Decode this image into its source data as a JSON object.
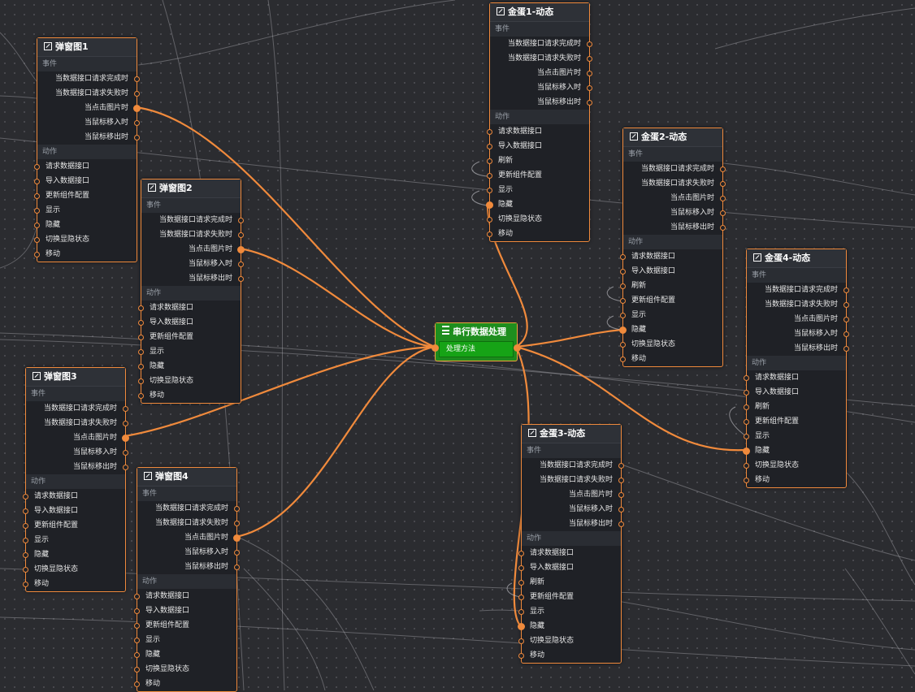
{
  "theme": {
    "wire_color": "#f08a3c",
    "node_border": "#f08a3c",
    "proc_color": "#1e8e1e",
    "bg": "#2b2c30"
  },
  "icons": {
    "node": "image-icon",
    "proc": "list-icon"
  },
  "nodes": [
    {
      "id": "popup1",
      "title": "弹窗图1",
      "section_event": "事件",
      "section_action": "动作",
      "events": [
        "当数据接口请求完成时",
        "当数据接口请求失败时",
        "当点击图片时",
        "当鼠标移入时",
        "当鼠标移出时"
      ],
      "actions": [
        "请求数据接口",
        "导入数据接口",
        "更新组件配置",
        "显示",
        "隐藏",
        "切换显隐状态",
        "移动"
      ]
    },
    {
      "id": "popup2",
      "title": "弹窗图2",
      "section_event": "事件",
      "section_action": "动作",
      "events": [
        "当数据接口请求完成时",
        "当数据接口请求失败时",
        "当点击图片时",
        "当鼠标移入时",
        "当鼠标移出时"
      ],
      "actions": [
        "请求数据接口",
        "导入数据接口",
        "更新组件配置",
        "显示",
        "隐藏",
        "切换显隐状态",
        "移动"
      ]
    },
    {
      "id": "popup3",
      "title": "弹窗图3",
      "section_event": "事件",
      "section_action": "动作",
      "events": [
        "当数据接口请求完成时",
        "当数据接口请求失败时",
        "当点击图片时",
        "当鼠标移入时",
        "当鼠标移出时"
      ],
      "actions": [
        "请求数据接口",
        "导入数据接口",
        "更新组件配置",
        "显示",
        "隐藏",
        "切换显隐状态",
        "移动"
      ]
    },
    {
      "id": "popup4",
      "title": "弹窗图4",
      "section_event": "事件",
      "section_action": "动作",
      "events": [
        "当数据接口请求完成时",
        "当数据接口请求失败时",
        "当点击图片时",
        "当鼠标移入时",
        "当鼠标移出时"
      ],
      "actions": [
        "请求数据接口",
        "导入数据接口",
        "更新组件配置",
        "显示",
        "隐藏",
        "切换显隐状态",
        "移动"
      ]
    },
    {
      "id": "egg1",
      "title": "金蛋1-动态",
      "section_event": "事件",
      "section_action": "动作",
      "events": [
        "当数据接口请求完成时",
        "当数据接口请求失败时",
        "当点击图片时",
        "当鼠标移入时",
        "当鼠标移出时"
      ],
      "actions": [
        "请求数据接口",
        "导入数据接口",
        "刷新",
        "更新组件配置",
        "显示",
        "隐藏",
        "切换显隐状态",
        "移动"
      ]
    },
    {
      "id": "egg2",
      "title": "金蛋2-动态",
      "section_event": "事件",
      "section_action": "动作",
      "events": [
        "当数据接口请求完成时",
        "当数据接口请求失败时",
        "当点击图片时",
        "当鼠标移入时",
        "当鼠标移出时"
      ],
      "actions": [
        "请求数据接口",
        "导入数据接口",
        "刷新",
        "更新组件配置",
        "显示",
        "隐藏",
        "切换显隐状态",
        "移动"
      ]
    },
    {
      "id": "egg3",
      "title": "金蛋3-动态",
      "section_event": "事件",
      "section_action": "动作",
      "events": [
        "当数据接口请求完成时",
        "当数据接口请求失败时",
        "当点击图片时",
        "当鼠标移入时",
        "当鼠标移出时"
      ],
      "actions": [
        "请求数据接口",
        "导入数据接口",
        "刷新",
        "更新组件配置",
        "显示",
        "隐藏",
        "切换显隐状态",
        "移动"
      ]
    },
    {
      "id": "egg4",
      "title": "金蛋4-动态",
      "section_event": "事件",
      "section_action": "动作",
      "events": [
        "当数据接口请求完成时",
        "当数据接口请求失败时",
        "当点击图片时",
        "当鼠标移入时",
        "当鼠标移出时"
      ],
      "actions": [
        "请求数据接口",
        "导入数据接口",
        "刷新",
        "更新组件配置",
        "显示",
        "隐藏",
        "切换显隐状态",
        "移动"
      ]
    }
  ],
  "processor": {
    "title": "串行数据处理",
    "method": "处理方法"
  },
  "active": {
    "popup1": {
      "events": [
        2
      ],
      "actions": []
    },
    "popup2": {
      "events": [
        2
      ],
      "actions": []
    },
    "popup3": {
      "events": [
        2
      ],
      "actions": []
    },
    "popup4": {
      "events": [
        2
      ],
      "actions": []
    },
    "egg1": {
      "events": [],
      "actions": [
        5
      ]
    },
    "egg2": {
      "events": [],
      "actions": [
        5
      ]
    },
    "egg3": {
      "events": [],
      "actions": [
        5
      ]
    },
    "egg4": {
      "events": [],
      "actions": [
        5
      ]
    }
  }
}
